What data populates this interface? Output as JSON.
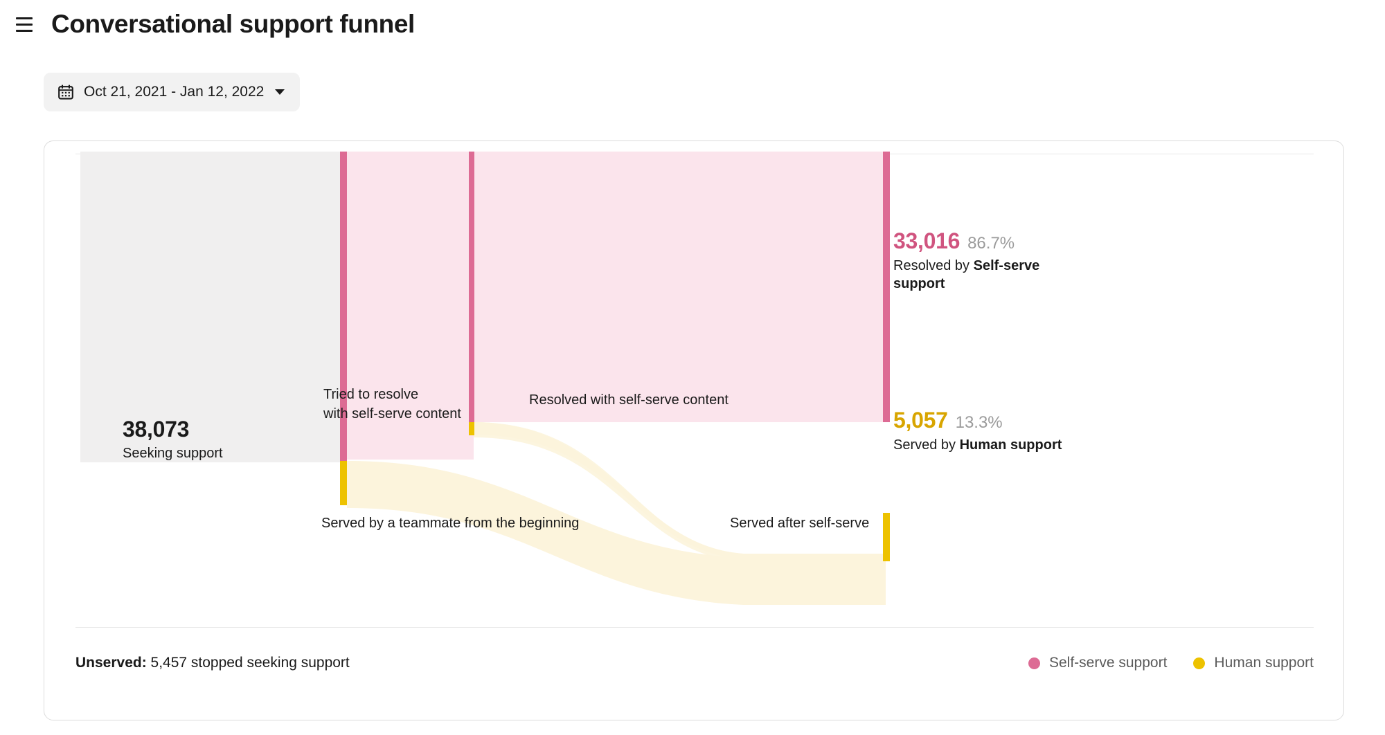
{
  "header": {
    "menu_icon": "hamburger-menu-icon",
    "title": "Conversational support funnel"
  },
  "date_range": {
    "icon": "calendar-icon",
    "label": "Oct 21, 2021 - Jan 12, 2022",
    "caret": "chevron-down-icon"
  },
  "chart_data": {
    "type": "sankey",
    "title": "Conversational support funnel",
    "colors": {
      "self_serve": "#dd6b94",
      "self_serve_flow": "#fbe4ec",
      "human": "#edc200",
      "human_flow": "#fcf4dc",
      "source_node": "#f0efef",
      "muted_text": "#9b9b9b"
    },
    "source": {
      "value": "38,073",
      "label": "Seeking support",
      "raw": 38073
    },
    "links": [
      {
        "name": "tried-self-serve",
        "label": "Tried to resolve\nwith self-serve content",
        "color": "self_serve"
      },
      {
        "name": "teammate-from-start",
        "label": "Served by a teammate from the beginning",
        "color": "human"
      },
      {
        "name": "resolved-self-serve",
        "label": "Resolved with self-serve content",
        "color": "self_serve"
      },
      {
        "name": "served-after-self-serve",
        "label": "Served after self-serve",
        "color": "human"
      }
    ],
    "outcomes": [
      {
        "name": "self-serve-support",
        "value": "33,016",
        "raw": 33016,
        "percent": "86.7%",
        "prefix": "Resolved by ",
        "strong": "Self-serve support",
        "color": "self_serve"
      },
      {
        "name": "human-support",
        "value": "5,057",
        "raw": 5057,
        "percent": "13.3%",
        "prefix": "Served by ",
        "strong": "Human support",
        "color": "human"
      }
    ],
    "legend": [
      {
        "label": "Self-serve support",
        "color": "#dd6b94"
      },
      {
        "label": "Human support",
        "color": "#edc200"
      }
    ]
  },
  "footer": {
    "unserved_label": "Unserved:",
    "unserved_text": " 5,457 stopped seeking support"
  }
}
